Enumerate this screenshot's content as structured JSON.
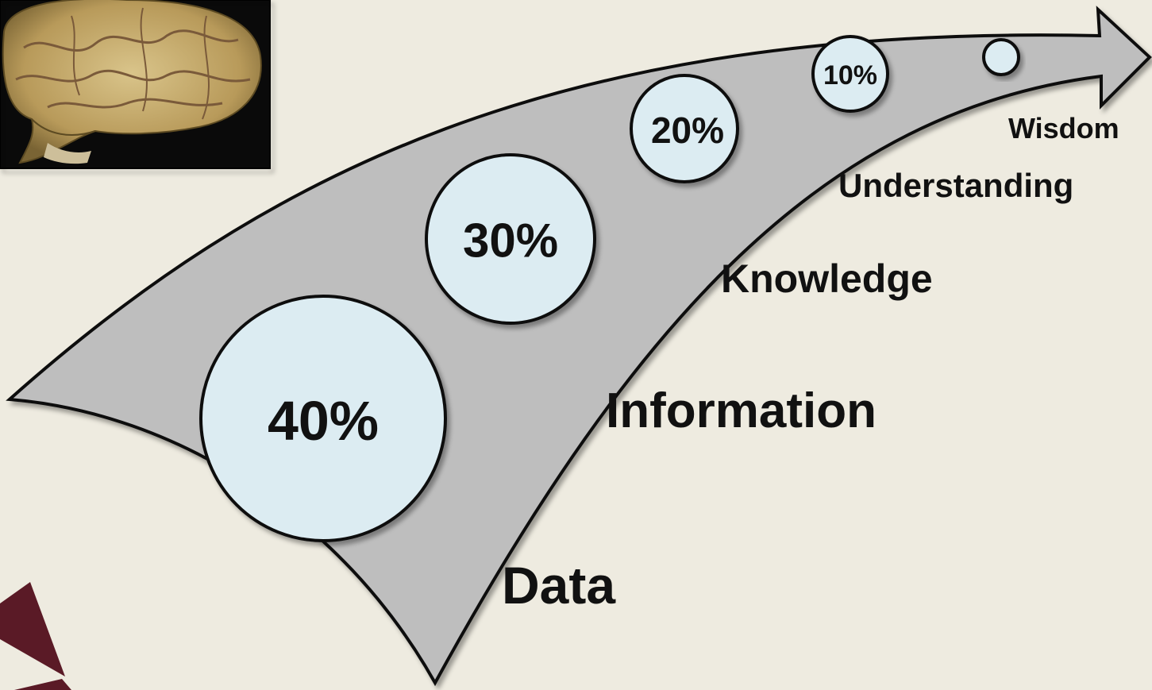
{
  "diagram": {
    "stages": [
      {
        "label": "Data",
        "percent": "40%"
      },
      {
        "label": "Information",
        "percent": "30%"
      },
      {
        "label": "Knowledge",
        "percent": "20%"
      },
      {
        "label": "Understanding",
        "percent": "10%"
      },
      {
        "label": "Wisdom",
        "percent": ""
      }
    ]
  },
  "colors": {
    "background": "#eeebe0",
    "arrow_fill": "#bebebe",
    "bubble_fill": "#dcecf2",
    "outline": "#111111",
    "logo": "#5a1a26"
  },
  "images": {
    "brain": "brain-photo",
    "logo": "maroon-triangle-logo"
  }
}
